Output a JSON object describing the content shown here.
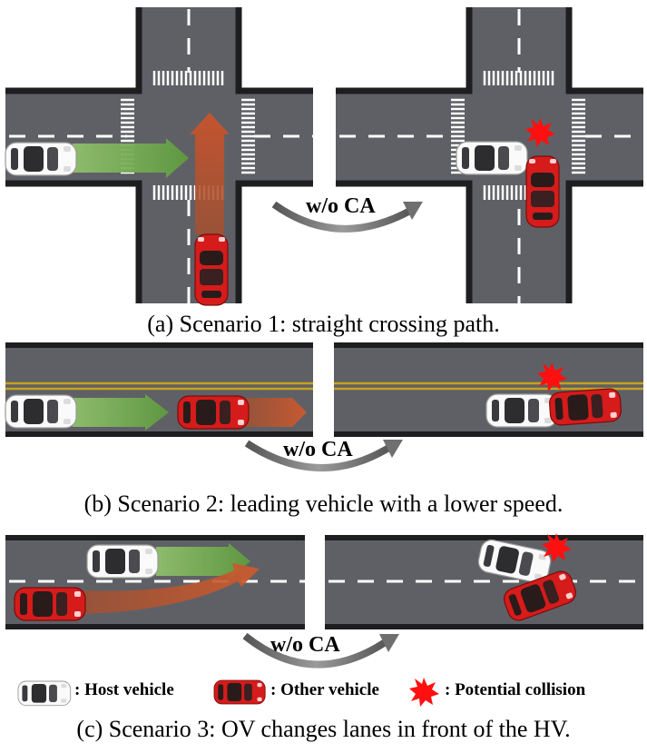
{
  "scenarios": [
    {
      "caption": "(a) Scenario 1: straight crossing path.",
      "arrow_label": "w/o CA"
    },
    {
      "caption": "(b) Scenario 2: leading vehicle with a lower speed.",
      "arrow_label": "w/o CA"
    },
    {
      "caption": "(c) Scenario 3: OV changes lanes in front of the HV.",
      "arrow_label": "w/o CA"
    }
  ],
  "legend": {
    "host": ": Host vehicle",
    "other": ": Other vehicle",
    "collision": ": Potential collision"
  },
  "colors": {
    "road": "#5f6066",
    "road_edge": "#2b2b2e",
    "lane_marking": "#ffffff",
    "center_line": "#c8a11a",
    "host_vehicle": "#f2f2f2",
    "other_vehicle": "#d31a1a",
    "host_path": "#6aa84f",
    "other_path": "#b5502e",
    "collision": "#ff1010",
    "curved_arrow": "#666666"
  }
}
